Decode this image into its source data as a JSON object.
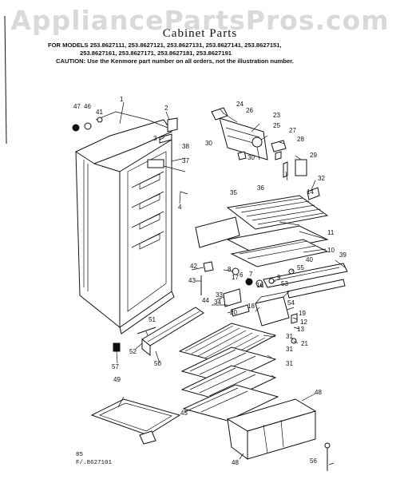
{
  "watermark": "AppliancePartsPros.com",
  "title": "Cabinet Parts",
  "models_line_1": "FOR MODELS 253.8627111, 253.8627121, 253.8627131, 253.8627141, 253.8627151,",
  "models_line_2": "253.8627161, 253.8627171, 253.8627181, 253.8627191",
  "caution": "CAUTION: Use the Kenmore part number on all orders, not the illustration number.",
  "ref_code": "85",
  "diagram_id": "F/.8627101",
  "callouts": [
    "1",
    "2",
    "3",
    "4",
    "6",
    "7",
    "8",
    "9",
    "10",
    "11",
    "12",
    "13",
    "14",
    "16",
    "17",
    "18",
    "19",
    "20",
    "21",
    "23",
    "24",
    "25",
    "26",
    "27",
    "28",
    "29",
    "30",
    "30",
    "31",
    "31",
    "31",
    "32",
    "33",
    "34",
    "35",
    "36",
    "37",
    "38",
    "39",
    "40",
    "41",
    "42",
    "43",
    "44",
    "45",
    "46",
    "47",
    "48",
    "48",
    "49",
    "50",
    "51",
    "52",
    "53",
    "54",
    "55",
    "56",
    "57"
  ]
}
